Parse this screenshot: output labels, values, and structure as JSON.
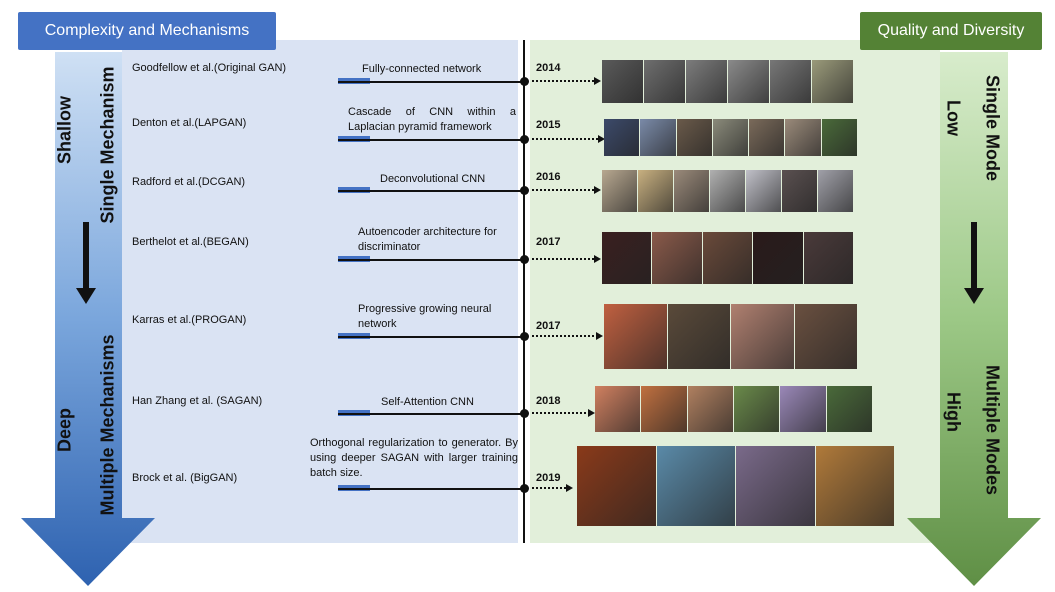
{
  "header": {
    "left_title": "Complexity and Mechanisms",
    "right_title": "Quality and Diversity"
  },
  "left_axis": {
    "top_label": "Shallow",
    "bottom_label": "Deep",
    "top_mechanism": "Single Mechanism",
    "bottom_mechanism": "Multiple Mechanisms"
  },
  "right_axis": {
    "top_label": "Low",
    "bottom_label": "High",
    "top_mode": "Single Mode",
    "bottom_mode": "Multiple Modes"
  },
  "colors": {
    "left_header": "#4472c4",
    "right_header": "#548235",
    "left_panel": "#dae3f3",
    "right_panel": "#e2efda",
    "tick": "#4472c4"
  },
  "rows": [
    {
      "author": "Goodfellow et al.(Original GAN)",
      "desc": "Fully-connected network",
      "year": "2014"
    },
    {
      "author": "Denton et al.(LAPGAN)",
      "desc": "Cascade of CNN within a Laplacian pyramid framework",
      "year": "2015"
    },
    {
      "author": "Radford et al.(DCGAN)",
      "desc": "Deconvolutional CNN",
      "year": "2016"
    },
    {
      "author": "Berthelot et al.(BEGAN)",
      "desc": "Autoencoder architecture for discriminator",
      "year": "2017"
    },
    {
      "author": "Karras et al.(PROGAN)",
      "desc": "Progressive growing neural network",
      "year": "2017"
    },
    {
      "author": "Han Zhang et al. (SAGAN)",
      "desc": "Self-Attention CNN",
      "year": "2018"
    },
    {
      "author": "Brock et al. (BigGAN)",
      "desc": "Orthogonal regularization to generator. By using deeper SAGAN with larger training batch size.",
      "year": "2019"
    }
  ],
  "sample_strips": [
    {
      "name": "gan-faces",
      "colors": [
        "#5a5a5a",
        "#6e6e6e",
        "#7c7c7c",
        "#8a8a8a",
        "#777777",
        "#9a9a7a"
      ]
    },
    {
      "name": "lapgan-samples",
      "colors": [
        "#3c4a6a",
        "#7a8aa8",
        "#6a5a4a",
        "#8a8a7a",
        "#7a6a5a",
        "#9a8a7a",
        "#4a6a3a"
      ]
    },
    {
      "name": "dcgan-bedrooms",
      "colors": [
        "#b8a890",
        "#c8b080",
        "#9a8a7a",
        "#b0b0b0",
        "#c0c0c8",
        "#5a5050",
        "#a0a0a8"
      ]
    },
    {
      "name": "began-faces",
      "colors": [
        "#3a2020",
        "#8a5a4a",
        "#6a4a3a",
        "#2a1a1a",
        "#4a3a3a"
      ]
    },
    {
      "name": "progan-faces",
      "colors": [
        "#c06040",
        "#5a4a3a",
        "#b08070",
        "#6a5040"
      ]
    },
    {
      "name": "sagan-samples",
      "colors": [
        "#d08060",
        "#c07040",
        "#b08060",
        "#6a8a4a",
        "#9a88b8",
        "#4a6a3a"
      ]
    },
    {
      "name": "biggan-samples",
      "colors": [
        "#8a3a1a",
        "#5a8aa8",
        "#7a6a8a",
        "#b07a3a"
      ]
    }
  ]
}
